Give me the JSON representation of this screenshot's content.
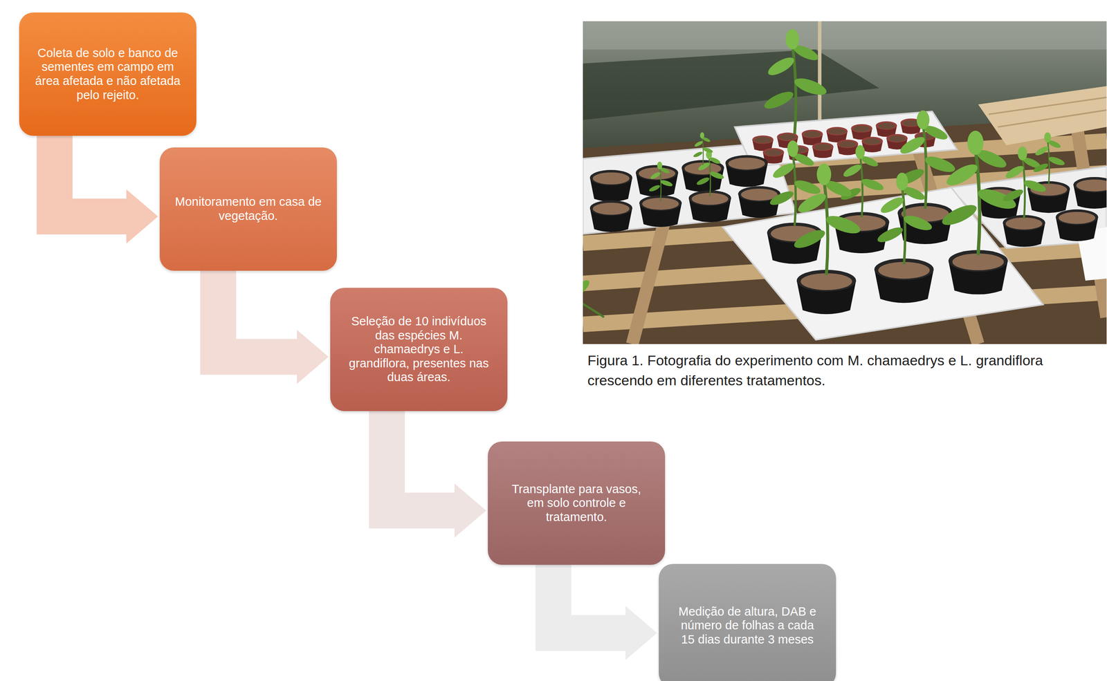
{
  "diagram": {
    "caption": "Figura 1. Fotografia do experimento com M. chamaedrys e L. grandiflora crescendo em diferentes tratamentos.",
    "nodes": [
      {
        "text": [
          "Coleta de solo e banco de sementes em campo em área afetada e não afetada pelo rejeito."
        ]
      },
      {
        "text": [
          "Monitoramento em casa de vegetação."
        ]
      },
      {
        "text": [
          "Seleção de 10 indivíduos das espécies M. chamaedrys e L. grandiflora, presentes nas duas áreas."
        ]
      },
      {
        "text": [
          "Transplante para vasos, em solo controle e tratamento."
        ]
      },
      {
        "text": [
          "Medição de altura, DAB e número de folhas a cada 15 dias durante 3 meses"
        ]
      }
    ],
    "edges": [
      {
        "from": 0,
        "to": 1,
        "arrow": "to"
      },
      {
        "from": 1,
        "to": 2,
        "arrow": "to"
      },
      {
        "from": 2,
        "to": 3,
        "arrow": "to"
      },
      {
        "from": 3,
        "to": 4,
        "arrow": "to"
      }
    ]
  }
}
